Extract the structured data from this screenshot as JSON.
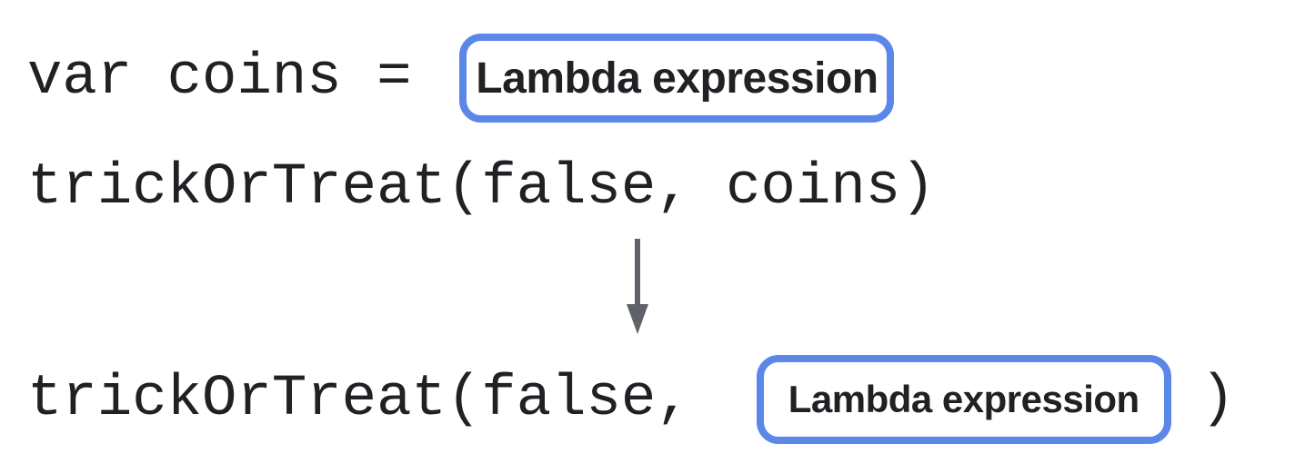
{
  "diagram": {
    "line1": {
      "code": "var coins =",
      "box_label": "Lambda expression"
    },
    "line2": {
      "code": "trickOrTreat(false, coins)"
    },
    "line3": {
      "code_before": "trickOrTreat(false,",
      "box_label": "Lambda expression",
      "code_after": ")"
    },
    "icons": {
      "arrow": "down-arrow"
    }
  },
  "colors": {
    "background": "#ffffff",
    "code_text": "#202124",
    "label_text": "#202124",
    "box_border": "#5b87e8",
    "arrow": "#5f6368"
  }
}
